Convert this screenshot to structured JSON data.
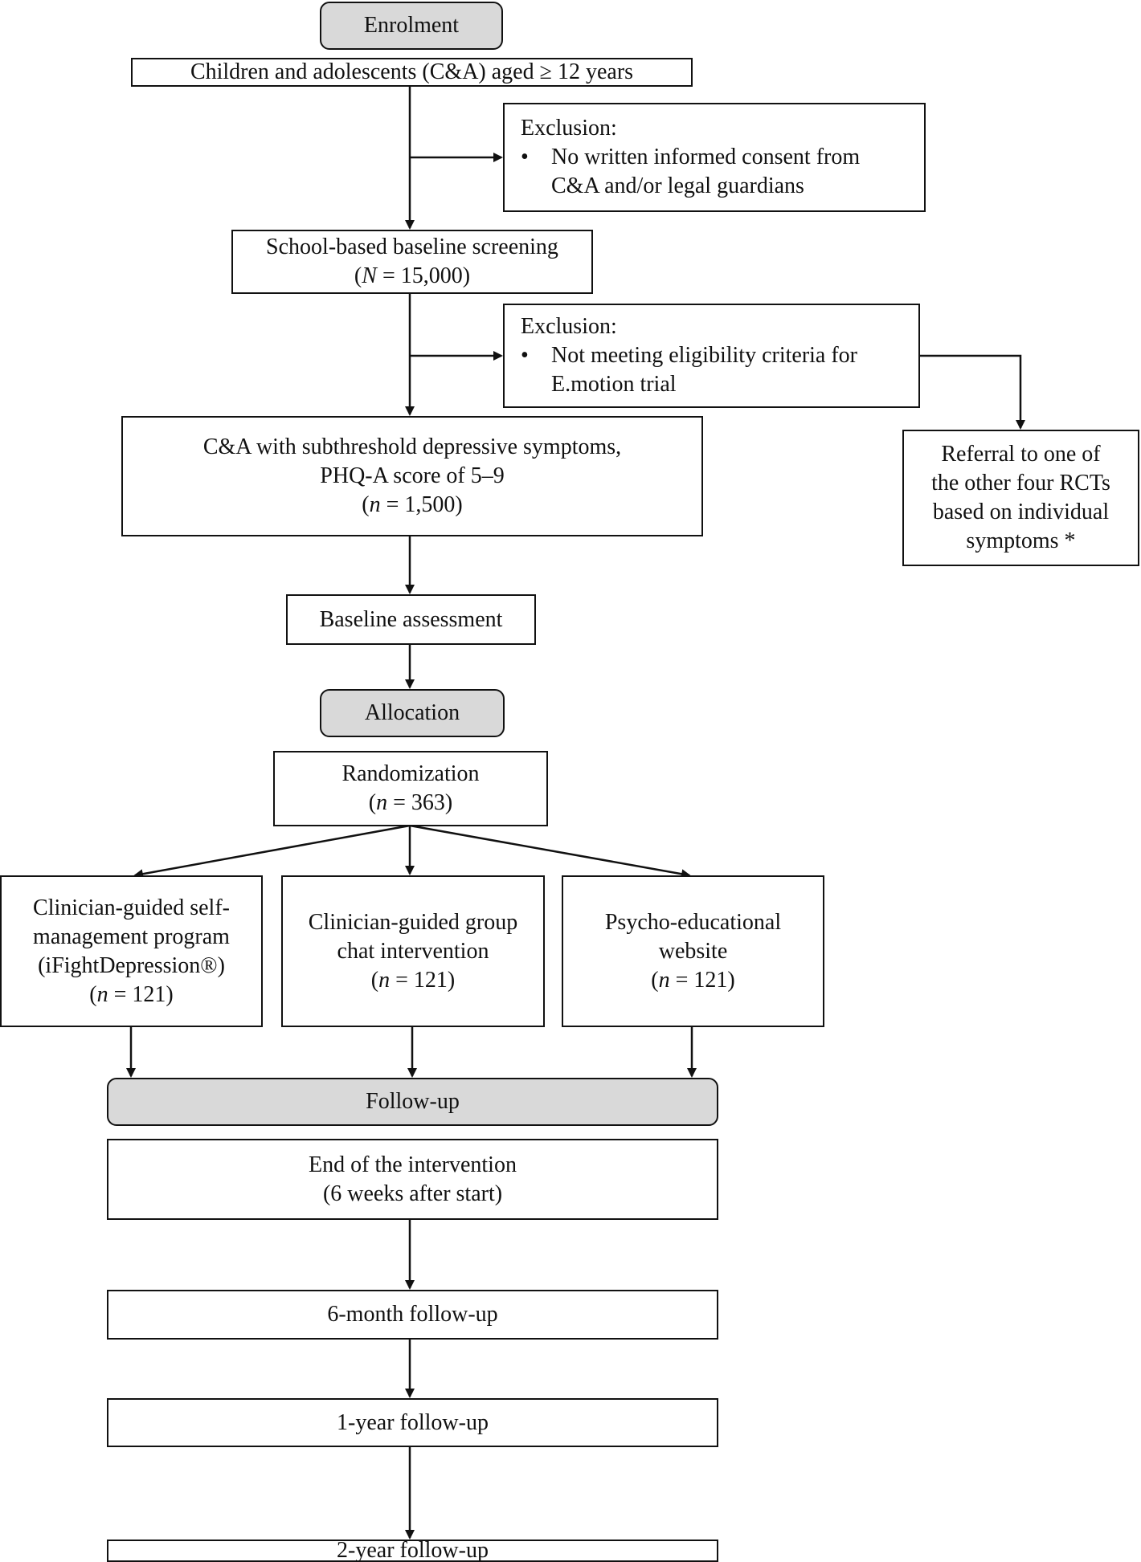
{
  "phases": {
    "enrolment": "Enrolment",
    "allocation": "Allocation",
    "followup": "Follow-up"
  },
  "nodes": {
    "population": "Children and adolescents (C&A) aged ≥ 12 years",
    "exclusion1": {
      "heading": "Exclusion:",
      "bullet": "•",
      "lines": [
        "No written informed consent from",
        "C&A and/or legal guardians"
      ]
    },
    "screening": {
      "line1": "School-based baseline screening",
      "var": "N",
      "value": " = 15,000)"
    },
    "exclusion2": {
      "heading": "Exclusion:",
      "bullet": "•",
      "lines": [
        "Not meeting eligibility criteria for",
        "E.motion trial"
      ]
    },
    "subthreshold": {
      "line1": "C&A with subthreshold depressive symptoms,",
      "line2": "PHQ-A score of 5–9",
      "var": "n",
      "value": " = 1,500)"
    },
    "referral": {
      "lines": [
        "Referral to one of",
        "the other four RCTs",
        "based on individual",
        "symptoms *"
      ]
    },
    "baseline": "Baseline assessment",
    "randomization": {
      "line1": "Randomization",
      "var": "n",
      "value": " = 363)"
    },
    "arm1": {
      "lines": [
        "Clinician-guided self-",
        "management program",
        "(iFightDepression®)"
      ],
      "var": "n",
      "value": " = 121)"
    },
    "arm2": {
      "lines": [
        "Clinician-guided group",
        "chat intervention"
      ],
      "var": "n",
      "value": " = 121)"
    },
    "arm3": {
      "lines": [
        "Psycho-educational",
        "website"
      ],
      "var": "n",
      "value": " = 121)"
    },
    "end_intervention": {
      "line1": "End of the intervention",
      "line2": "(6 weeks after start)"
    },
    "fu_6m": "6-month follow-up",
    "fu_1y": "1-year follow-up",
    "fu_2y": "2-year follow-up"
  },
  "symbols": {
    "open_paren": "("
  }
}
